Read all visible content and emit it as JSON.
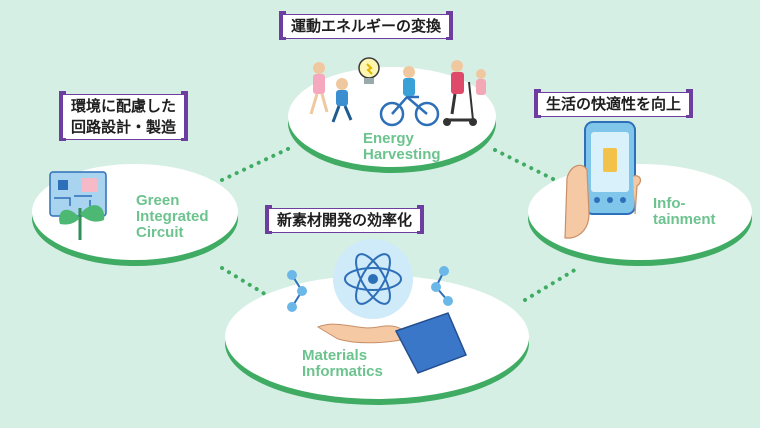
{
  "colors": {
    "background": "#d6efe5",
    "node_fill": "#ffffff",
    "node_shadow": "#3fab63",
    "label_green": "#6cc38e",
    "caption_border": "#6d3ea0",
    "connector": "#3fab63"
  },
  "nodes": {
    "energy": {
      "label": "Energy\nHarvesting",
      "caption": "運動エネルギーの変換",
      "icon": "people-exercising-icon"
    },
    "green": {
      "label": "Green\nIntegrated\nCircuit",
      "caption_line1": "環境に配慮した",
      "caption_line2": "回路設計・製造",
      "icon": "circuit-plant-icon"
    },
    "info": {
      "label": "Info-\ntainment",
      "caption": "生活の快適性を向上",
      "icon": "smartphone-in-hand-icon"
    },
    "materials": {
      "label": "Materials\nInformatics",
      "caption": "新素材開発の効率化",
      "icon": "atom-molecule-icon"
    }
  }
}
